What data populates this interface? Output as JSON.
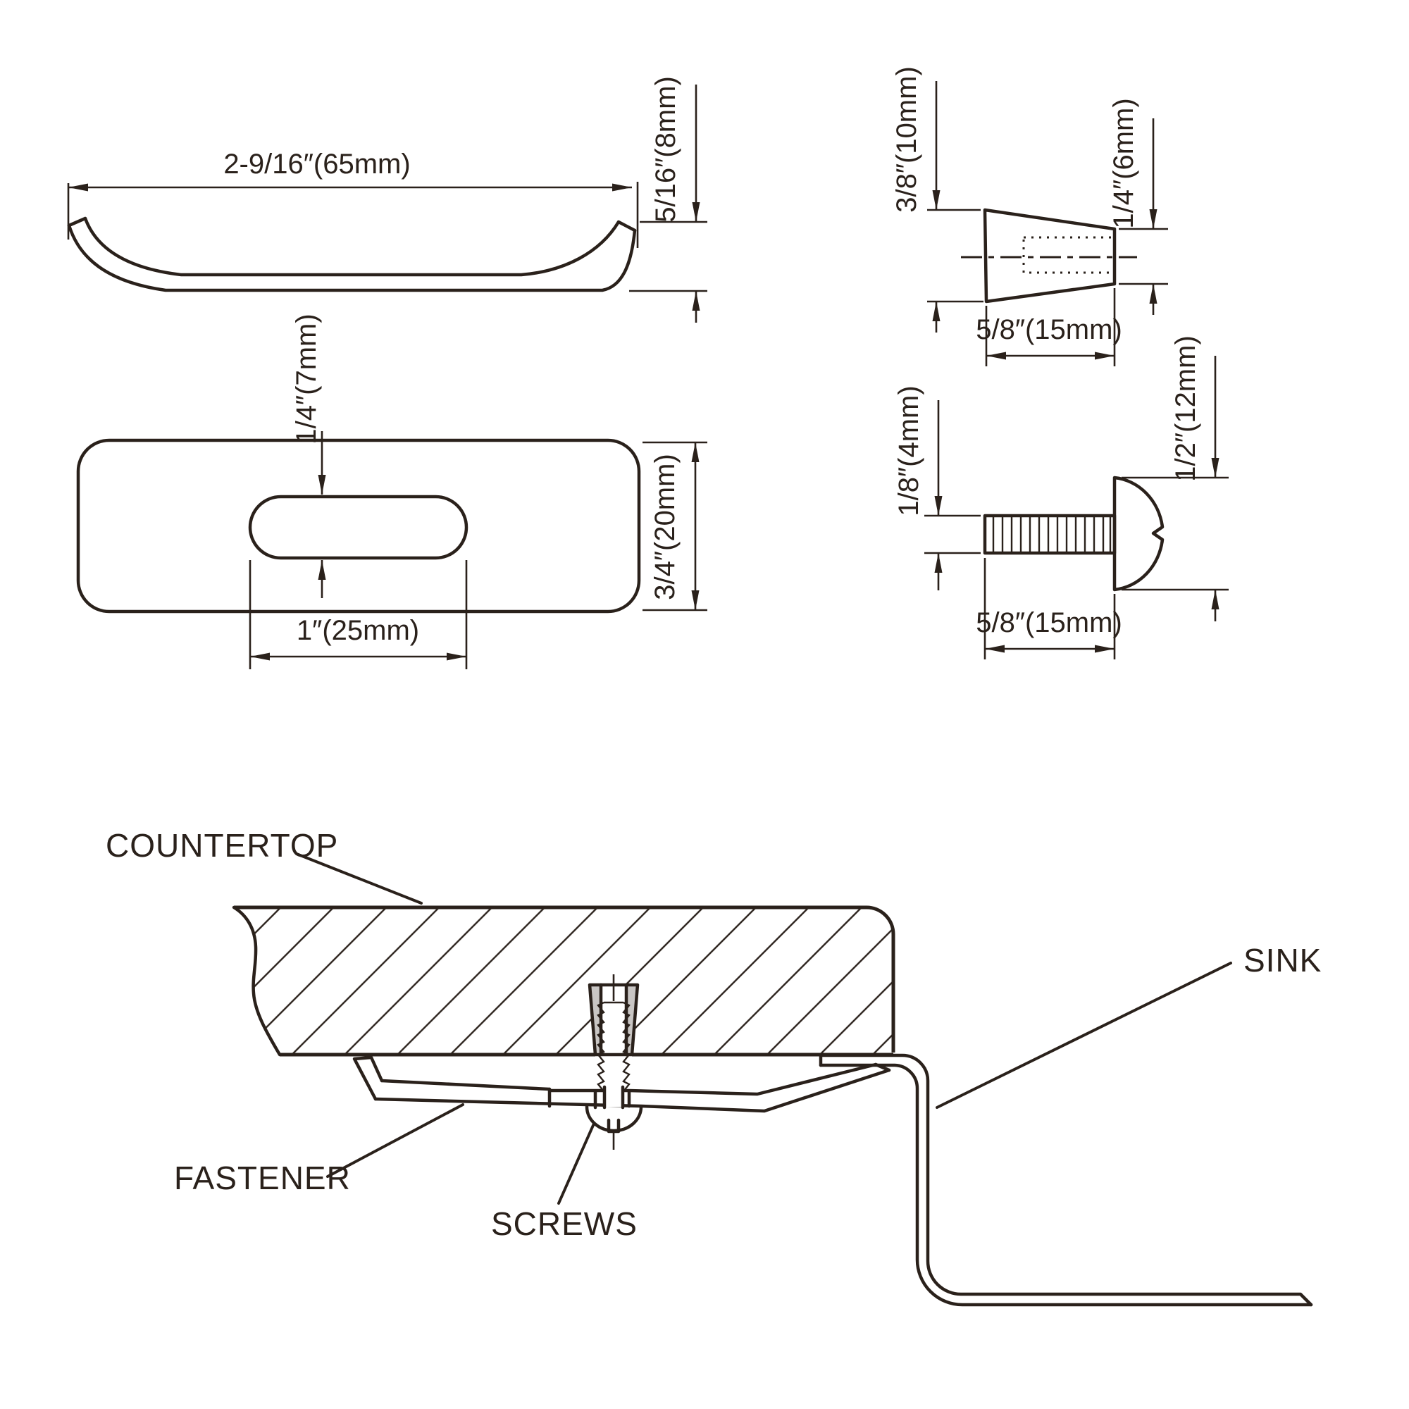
{
  "drawing": {
    "title": "sink fastener installation drawing",
    "views": {
      "clip_side": {
        "length": "2-9/16″(65mm)",
        "height": "5/16″(8mm)"
      },
      "clip_top": {
        "slot_width": "1/4″(7mm)",
        "slot_length": "1″(25mm)",
        "plate_width": "3/4″(20mm)"
      },
      "anchor": {
        "large_end": "3/8″(10mm)",
        "small_end": "1/4″(6mm)",
        "length": "5/8″(15mm)"
      },
      "screw": {
        "thread_diameter": "1/8″(4mm)",
        "head_diameter": "1/2″(12mm)",
        "length": "5/8″(15mm)"
      },
      "assembly": {
        "countertop_label": "COUNTERTOP",
        "sink_label": "SINK",
        "fastener_label": "FASTENER",
        "screws_label": "SCREWS"
      }
    },
    "colors": {
      "line": "#2a211b",
      "anchor_gray": "#c9c6c4",
      "background": "#ffffff"
    }
  }
}
